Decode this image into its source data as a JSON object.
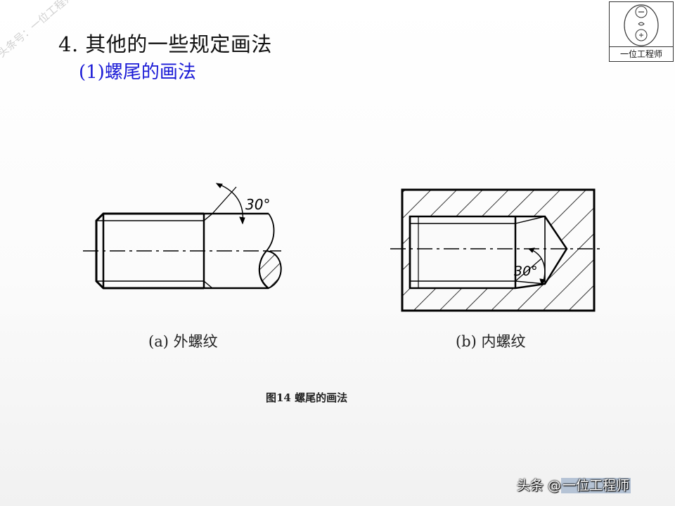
{
  "heading": "4. 其他的一些规定画法",
  "subheading": "(1)螺尾的画法",
  "watermark": "头条号：一位工程师",
  "logo": {
    "caption": "一位工程师"
  },
  "drawings": {
    "left_angle_label": "30°",
    "right_angle_label": "30°"
  },
  "captions": {
    "a": "(a)  外螺纹",
    "b": "(b)  内螺纹"
  },
  "figure_title": "图14    螺尾的画法",
  "footer": {
    "platform": "头条 @",
    "account": "一位工程师"
  }
}
